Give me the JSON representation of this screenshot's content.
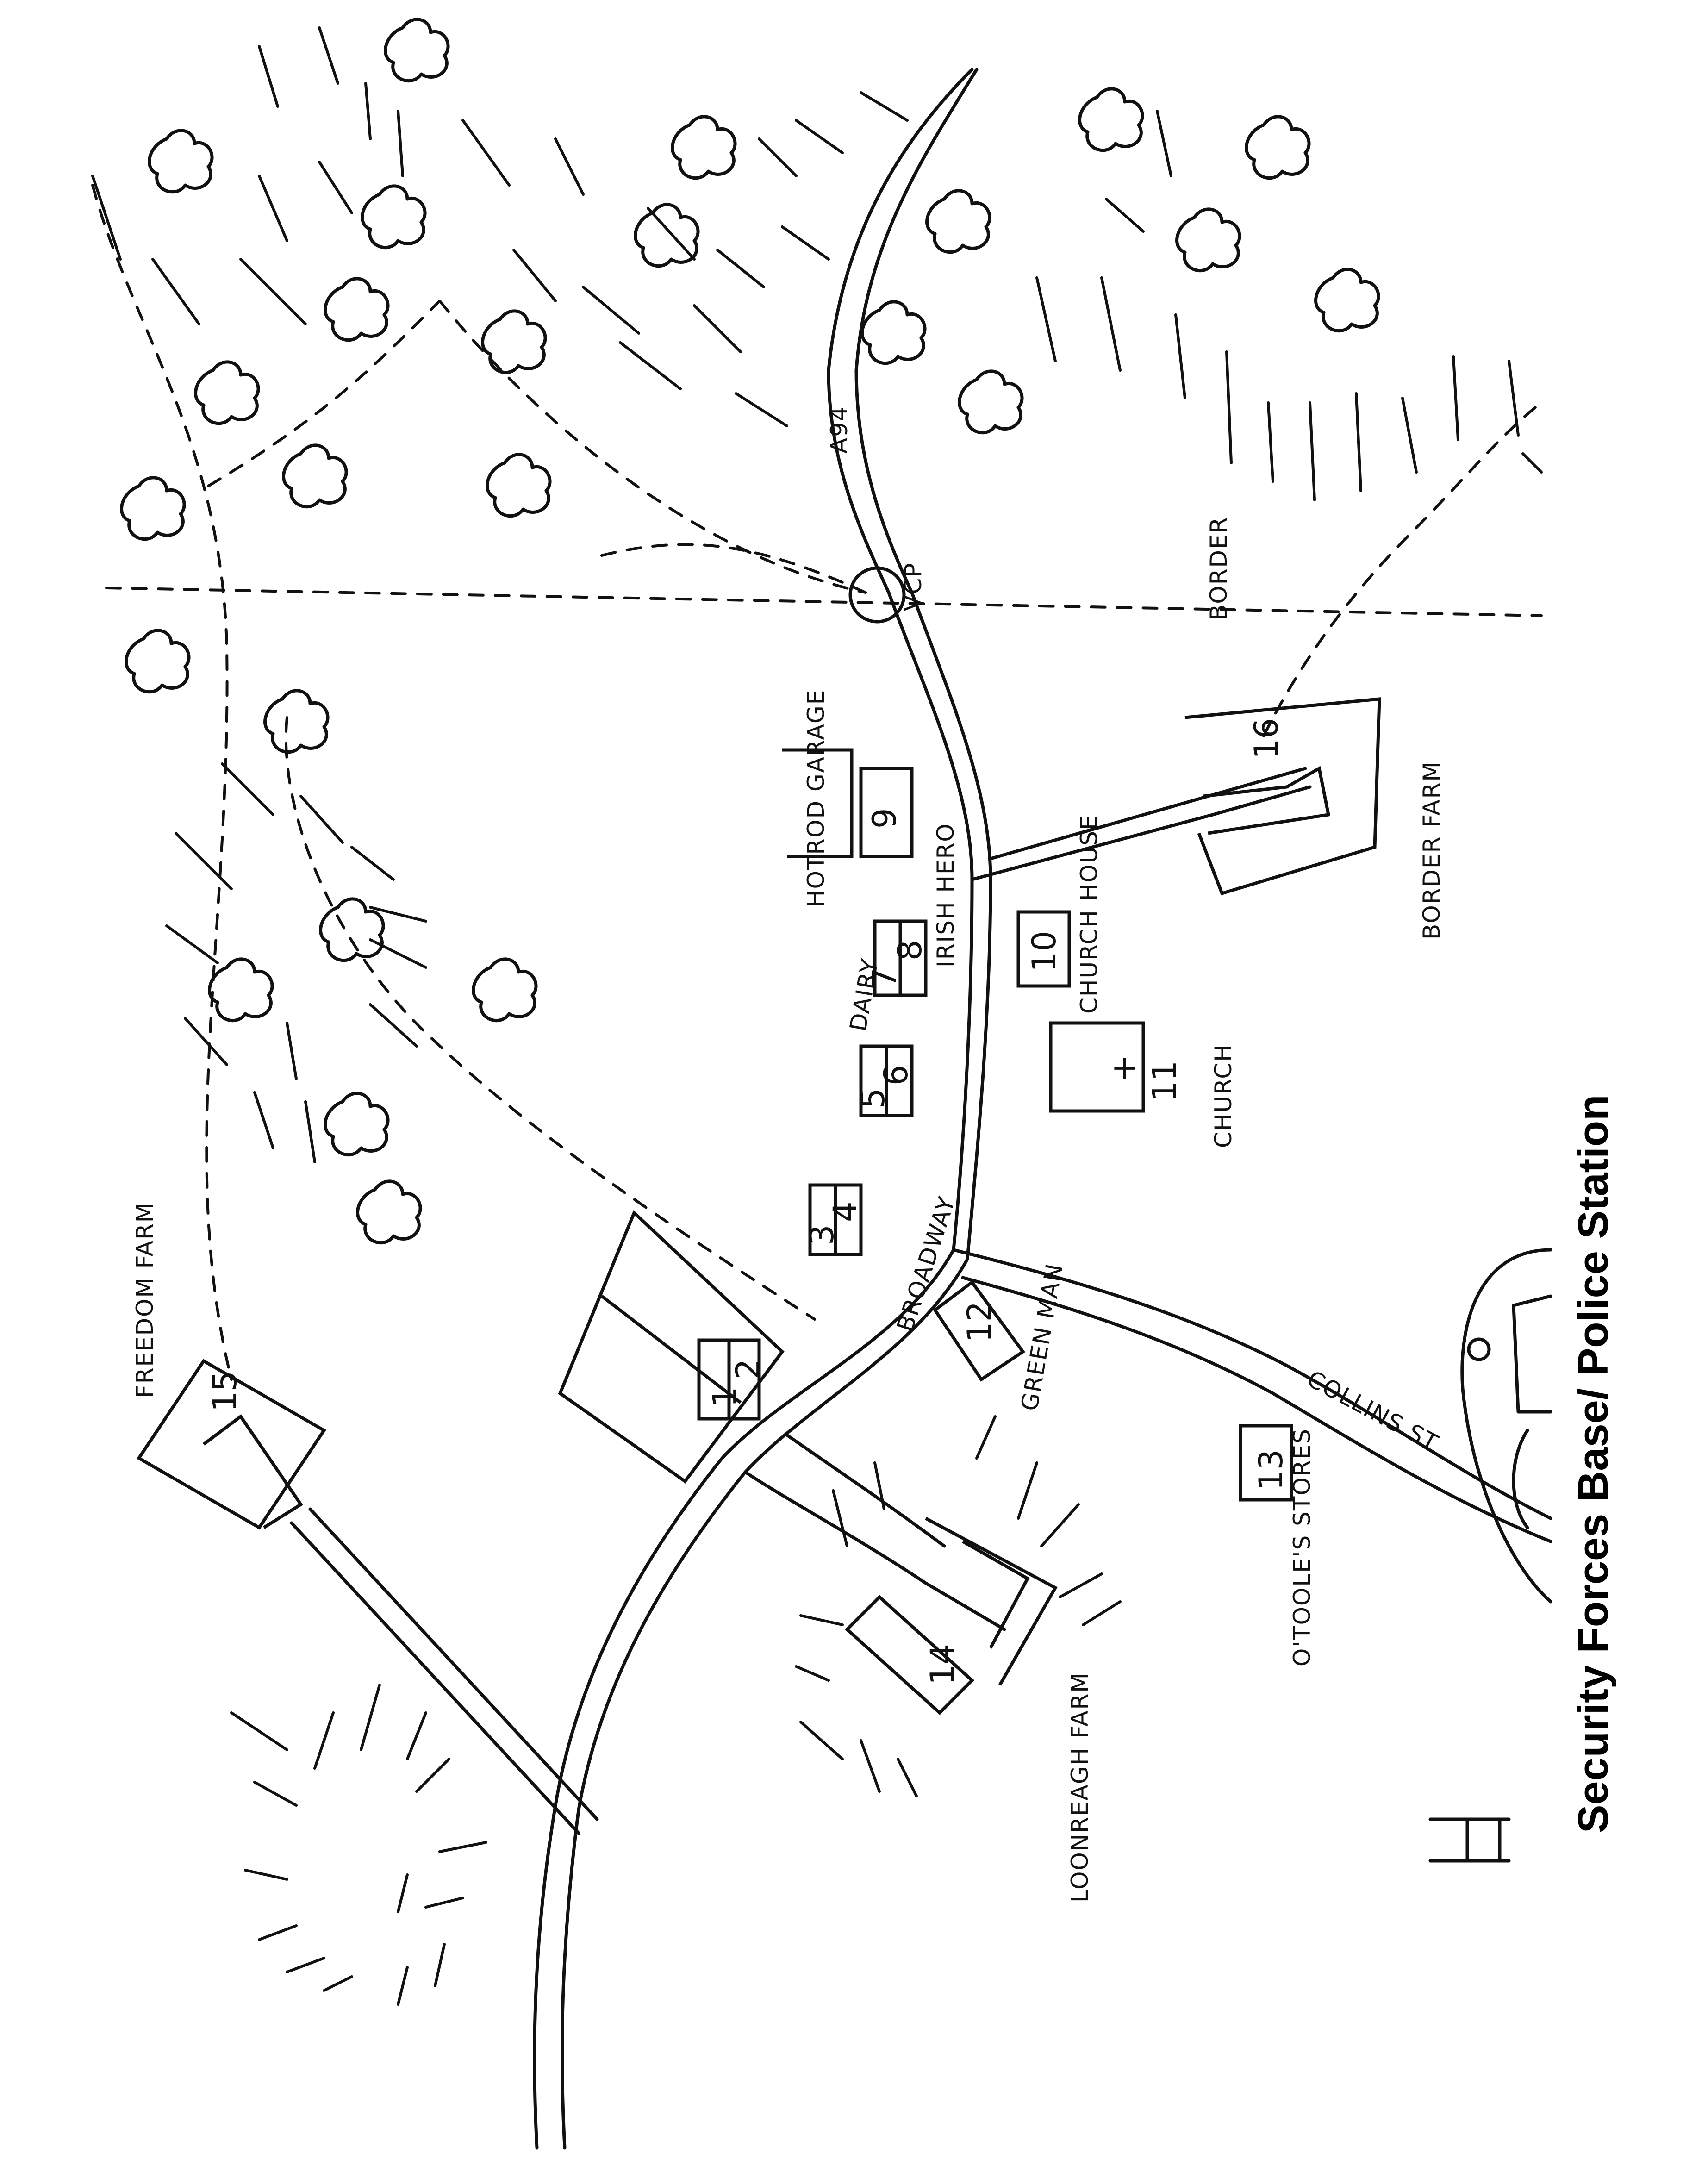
{
  "map": {
    "title": "Security Forces Base/ Police Station",
    "roads": {
      "main": "A94",
      "village_street": "BROADWAY",
      "side_street": "COLLINS ST"
    },
    "checkpoint": "VCP",
    "border_label": "BORDER",
    "helipad_symbol": "H",
    "church_symbol": "+",
    "places": [
      {
        "id": "1",
        "label": ""
      },
      {
        "id": "2",
        "label": ""
      },
      {
        "id": "3",
        "label": ""
      },
      {
        "id": "4",
        "label": ""
      },
      {
        "id": "5",
        "label": ""
      },
      {
        "id": "6",
        "label": ""
      },
      {
        "id": "7",
        "label": "DAIRY"
      },
      {
        "id": "8",
        "label": "IRISH HERO"
      },
      {
        "id": "9",
        "label": "HOTROD GARAGE"
      },
      {
        "id": "10",
        "label": "CHURCH HOUSE"
      },
      {
        "id": "11",
        "label": "CHURCH"
      },
      {
        "id": "12",
        "label": "GREEN MAN"
      },
      {
        "id": "13",
        "label": "O'TOOLE'S STORES"
      },
      {
        "id": "14",
        "label": "LOONREAGH FARM"
      },
      {
        "id": "15",
        "label": "FREEDOM FARM"
      },
      {
        "id": "16",
        "label": "BORDER FARM"
      }
    ]
  }
}
